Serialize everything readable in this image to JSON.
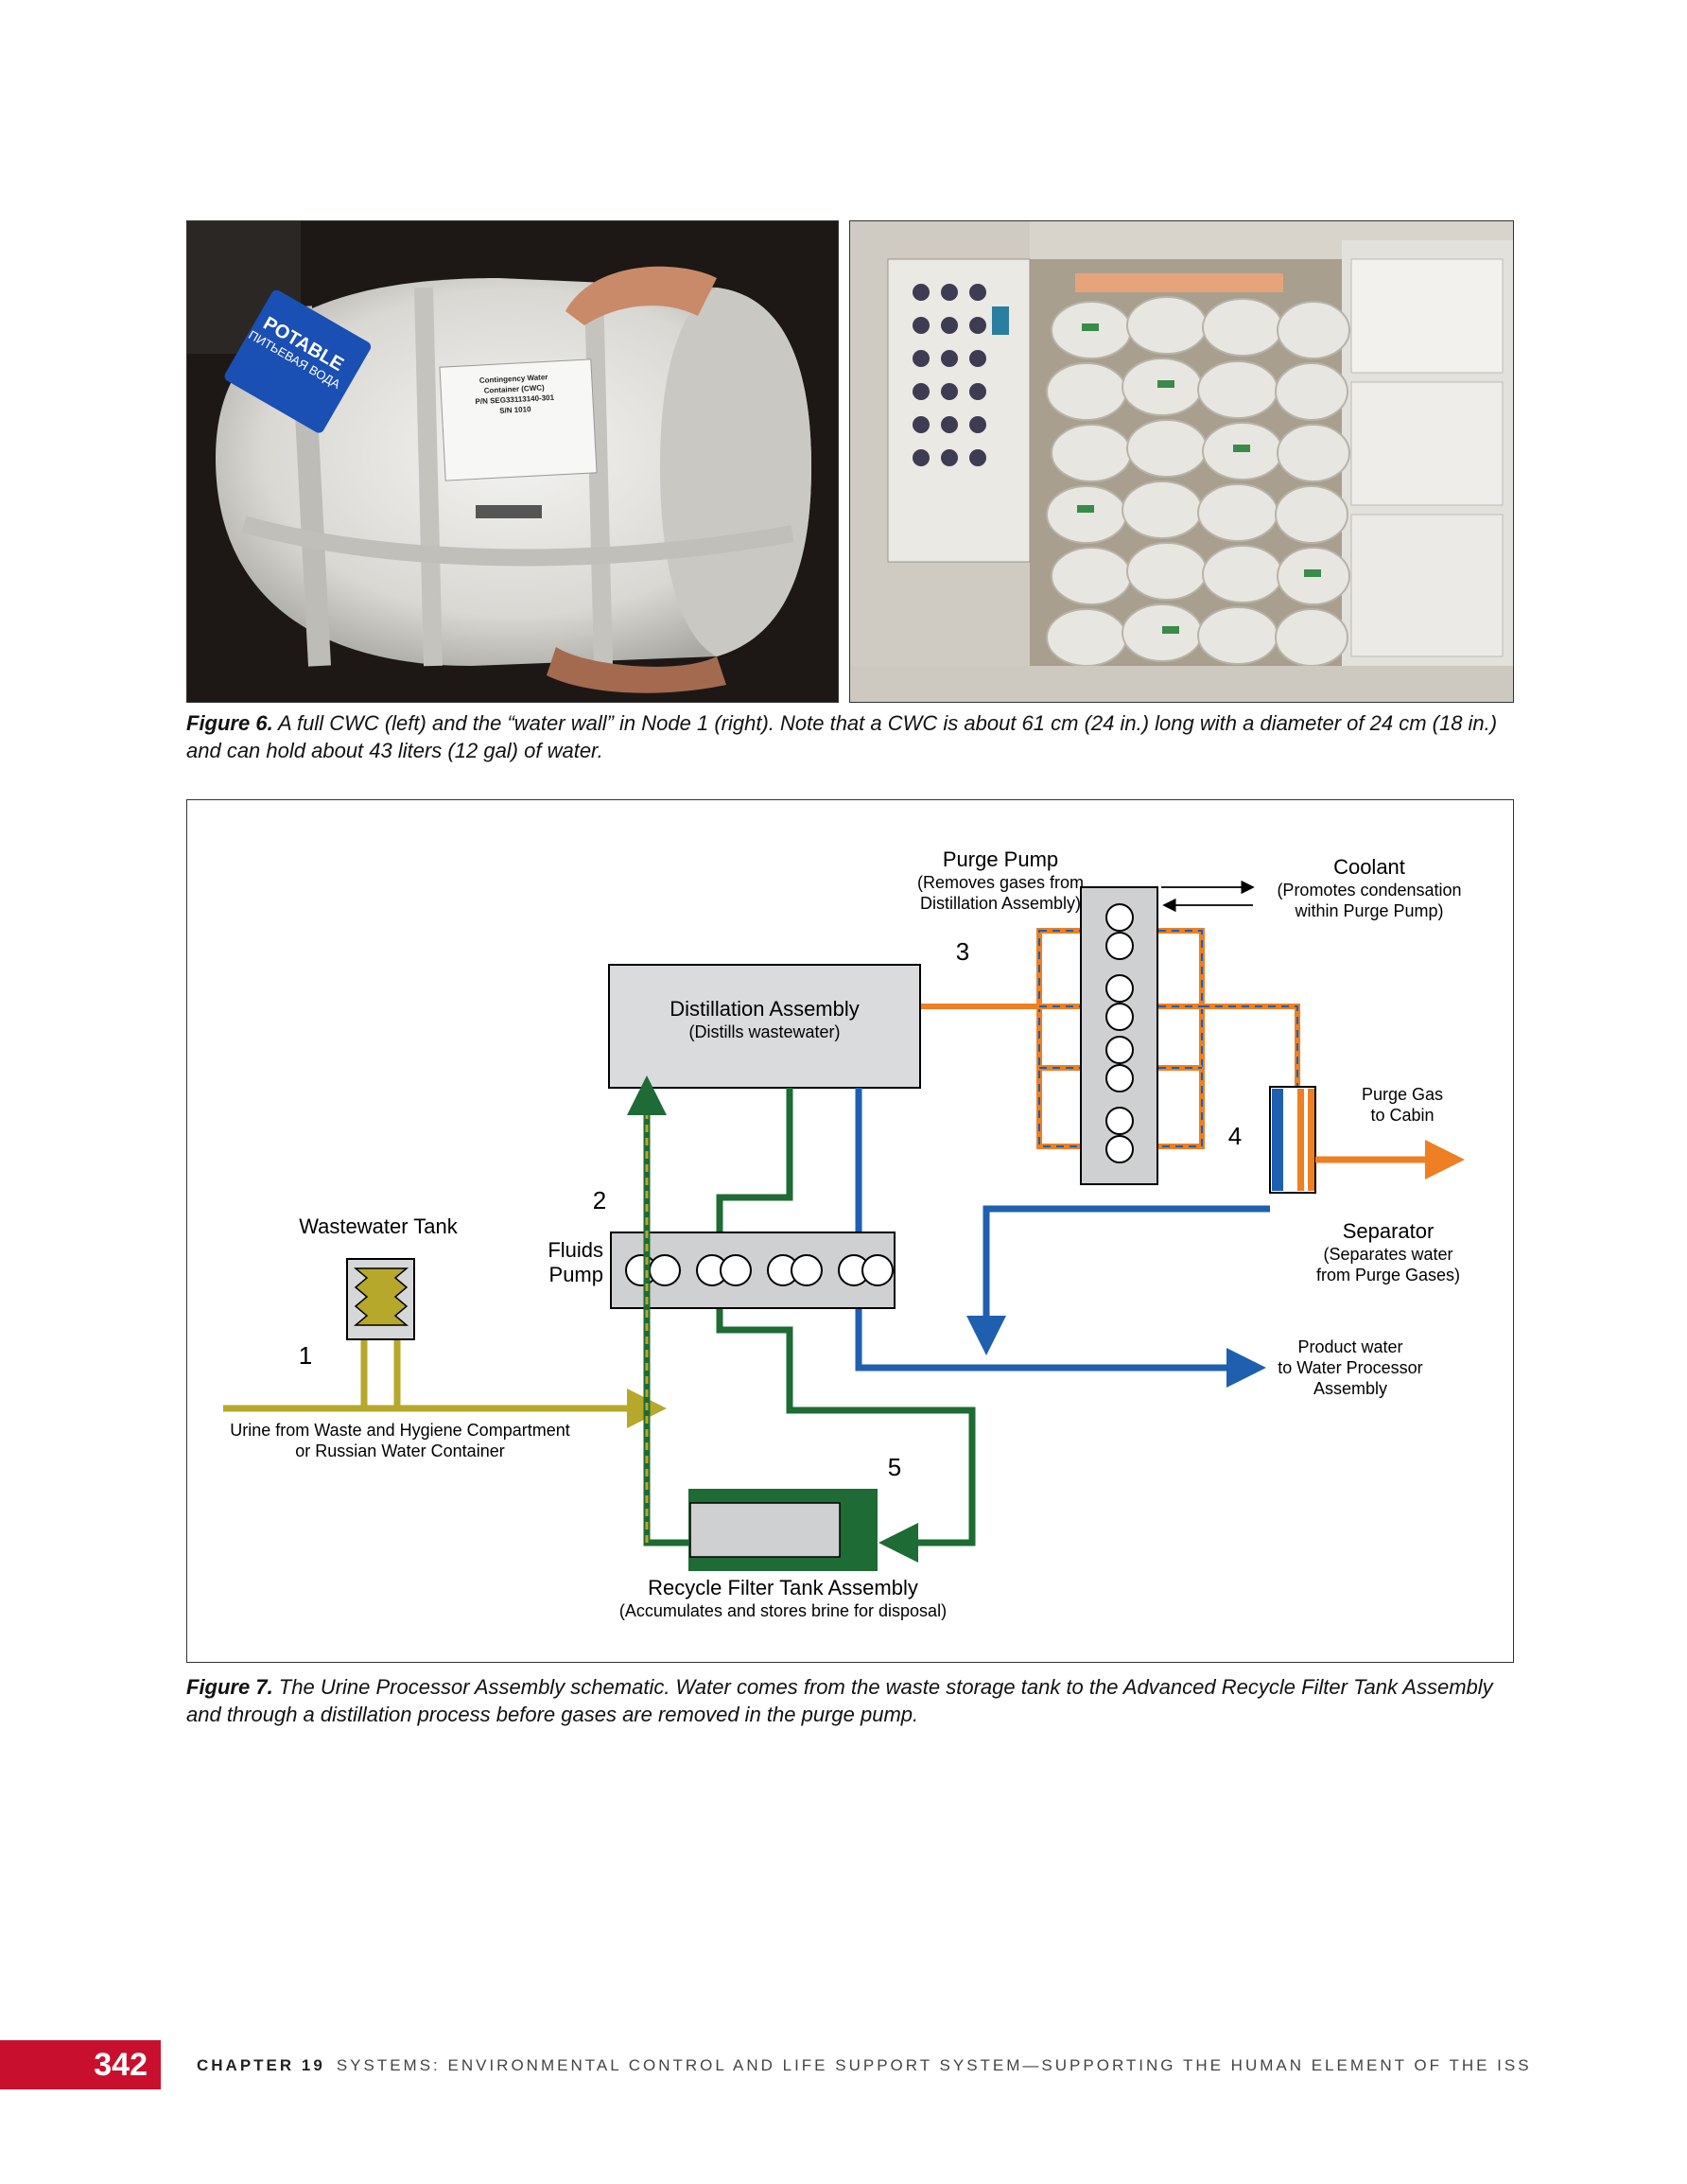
{
  "figure6": {
    "badge_text": "POTABLE",
    "badge_text_ru": "ПИТЬЕВАЯ ВОДА",
    "label_lines": [
      "Contingency Water",
      "Container (CWC)",
      "P/N SEG33113140-301",
      "S/N 1010"
    ],
    "caption_label": "Figure 6.",
    "caption_text": " A full CWC (left) and the “water wall” in Node 1 (right). Note that a CWC is about 61 cm (24 in.) long with a diameter of 24 cm (18 in.) and can hold about 43 liters (12 gal) of water."
  },
  "figure7": {
    "purge_pump": {
      "title": "Purge Pump",
      "sub1": "(Removes gases from",
      "sub2": "Distillation Assembly)"
    },
    "coolant": {
      "title": "Coolant",
      "sub1": "(Promotes condensation",
      "sub2": "within Purge Pump)"
    },
    "distillation": {
      "title": "Distillation Assembly",
      "sub": "(Distills wastewater)"
    },
    "purge_gas": {
      "line1": "Purge Gas",
      "line2": "to Cabin"
    },
    "separator": {
      "title": "Separator",
      "sub1": "(Separates water",
      "sub2": "from Purge Gases)"
    },
    "wastewater_tank": "Wastewater Tank",
    "fluids_pump": {
      "line1": "Fluids",
      "line2": "Pump"
    },
    "product_water": {
      "line1": "Product water",
      "line2": "to Water Processor",
      "line3": "Assembly"
    },
    "urine_source": {
      "line1": "Urine from Waste and Hygiene Compartment",
      "line2": "or Russian Water Container"
    },
    "recycle_filter": {
      "title": "Recycle Filter Tank Assembly",
      "sub": "(Accumulates and stores brine for disposal)"
    },
    "step_numbers": [
      "1",
      "2",
      "3",
      "4",
      "5"
    ],
    "colors": {
      "urine": "#b5a82a",
      "brine": "#1e6b35",
      "water": "#1f5fb0",
      "gas": "#ee7f22"
    },
    "caption_label": "Figure 7.",
    "caption_text": " The Urine Processor Assembly schematic. Water comes from the waste storage tank to the Advanced Recycle Filter Tank Assembly and through a distillation process before gases are removed in the purge pump."
  },
  "footer": {
    "page_number": "342",
    "chapter_label": "CHAPTER 19",
    "running_title": "SYSTEMS: ENVIRONMENTAL CONTROL AND LIFE SUPPORT SYSTEM—SUPPORTING THE HUMAN ELEMENT OF THE ISS"
  }
}
